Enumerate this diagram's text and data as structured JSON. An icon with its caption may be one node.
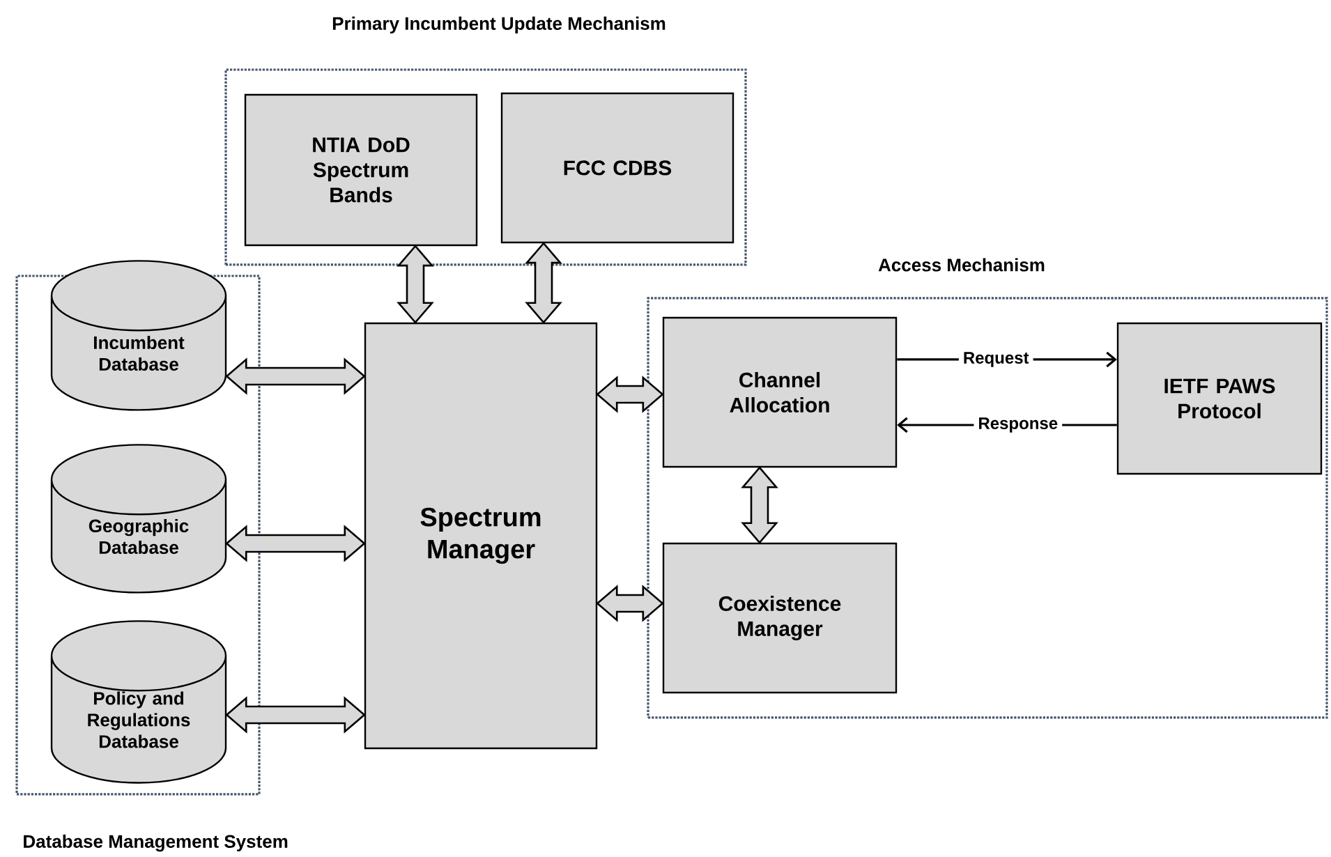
{
  "diagram": {
    "nodes": [
      {
        "text": [
          "Primary Incumbent Update Mechanism"
        ]
      },
      {
        "text": [
          "NTIA DoD Spectrum Bands"
        ],
        "in": 0
      },
      {
        "text": [
          "FCC CDBS"
        ],
        "in": 0
      },
      {
        "text": [
          "Database Management System"
        ]
      },
      {
        "text": [
          "Incumbent Database"
        ],
        "in": 3
      },
      {
        "text": [
          "Geographic Database"
        ],
        "in": 3
      },
      {
        "text": [
          "Policy and Regulations Database"
        ],
        "in": 3
      },
      {
        "text": [
          "Spectrum Manager"
        ]
      },
      {
        "text": [
          "Access Mechanism"
        ]
      },
      {
        "text": [
          "Channel Allocation"
        ],
        "in": 8
      },
      {
        "text": [
          "Coexistence Manager"
        ],
        "in": 8
      },
      {
        "text": [
          "IETF PAWS Protocol"
        ],
        "in": 8
      }
    ],
    "edges": [
      {
        "from": 1,
        "to": 7,
        "arrow": "both"
      },
      {
        "from": 2,
        "to": 7,
        "arrow": "both"
      },
      {
        "from": 4,
        "to": 7,
        "arrow": "both"
      },
      {
        "from": 5,
        "to": 7,
        "arrow": "both"
      },
      {
        "from": 6,
        "to": 7,
        "arrow": "both"
      },
      {
        "from": 7,
        "to": 9,
        "arrow": "both"
      },
      {
        "from": 7,
        "to": 10,
        "arrow": "both"
      },
      {
        "from": 9,
        "to": 10,
        "arrow": "both"
      },
      {
        "from": 9,
        "to": 11,
        "arrow": "to",
        "label": "Request"
      },
      {
        "from": 11,
        "to": 9,
        "arrow": "to",
        "label": "Response"
      }
    ]
  }
}
